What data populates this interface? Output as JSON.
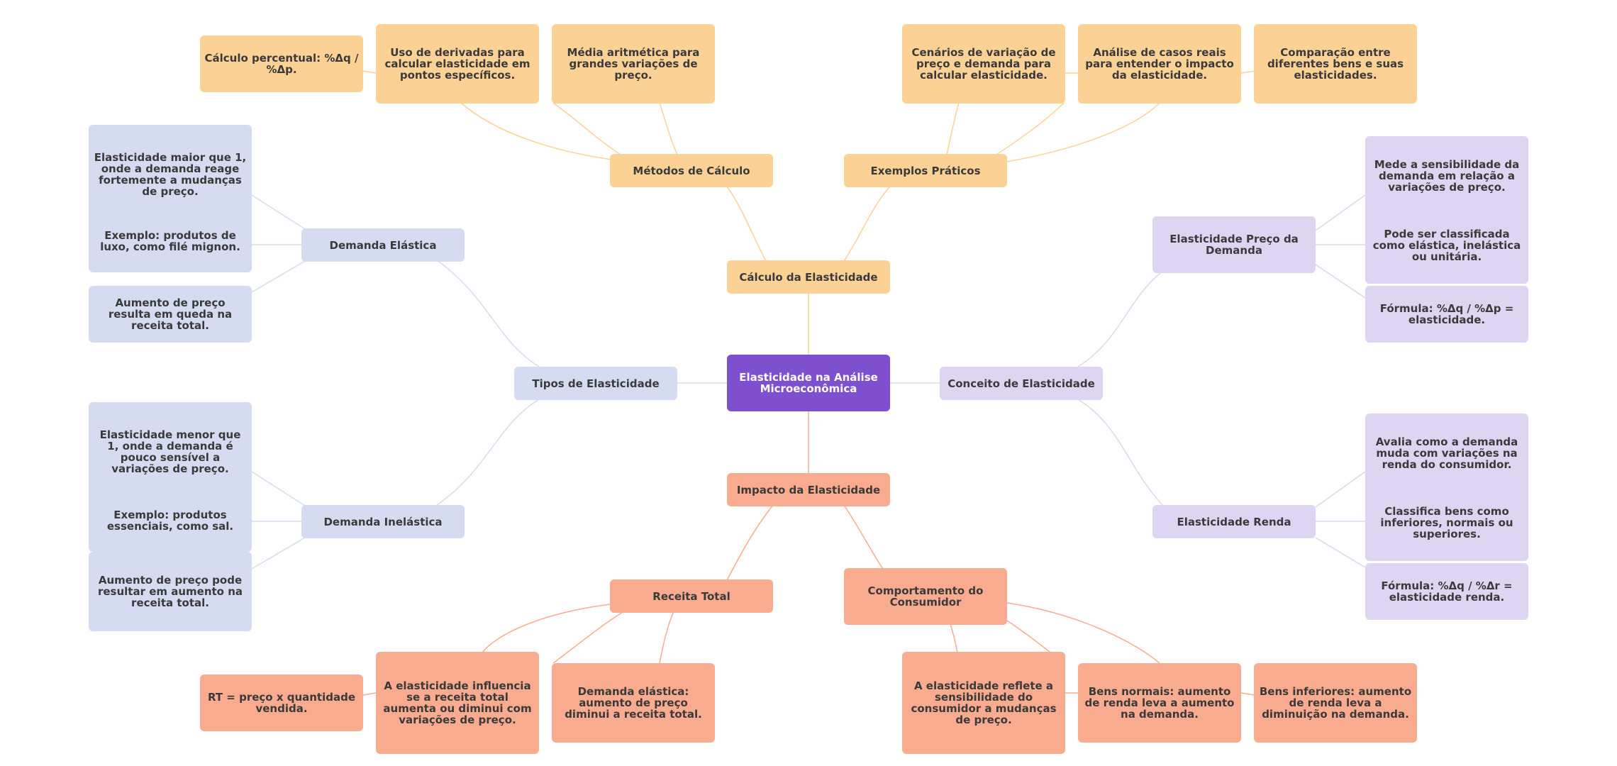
{
  "root": "Elasticidade na Análise Microeconômica",
  "conceito": {
    "title": "Conceito de Elasticidade",
    "preco": {
      "title": "Elasticidade Preço da Demanda",
      "leaves": [
        "Mede a sensibilidade da demanda em relação a variações de preço.",
        "Pode ser classificada como elástica, inelástica ou unitária.",
        "Fórmula: %Δq / %Δp = elasticidade."
      ]
    },
    "renda": {
      "title": "Elasticidade Renda",
      "leaves": [
        "Avalia como a demanda muda com variações na renda do consumidor.",
        "Classifica bens como inferiores, normais ou superiores.",
        "Fórmula: %Δq / %Δr = elasticidade renda."
      ]
    }
  },
  "tipos": {
    "title": "Tipos de Elasticidade",
    "elastica": {
      "title": "Demanda Elástica",
      "leaves": [
        "Elasticidade maior que 1, onde a demanda reage fortemente a mudanças de preço.",
        "Exemplo: produtos de luxo, como filé mignon.",
        "Aumento de preço resulta em queda na receita total."
      ]
    },
    "inelastica": {
      "title": "Demanda Inelástica",
      "leaves": [
        "Elasticidade menor que 1, onde a demanda é pouco sensível a variações de preço.",
        "Exemplo: produtos essenciais, como sal.",
        "Aumento de preço pode resultar em aumento na receita total."
      ]
    }
  },
  "calculo": {
    "title": "Cálculo da Elasticidade",
    "metodos": {
      "title": "Métodos de Cálculo",
      "leaves": [
        "Cálculo percentual: %Δq / %Δp.",
        "Uso de derivadas para calcular elasticidade em pontos específicos.",
        "Média aritmética para grandes variações de preço."
      ]
    },
    "exemplos": {
      "title": "Exemplos Práticos",
      "leaves": [
        "Cenários de variação de preço e demanda para calcular elasticidade.",
        "Análise de casos reais para entender o impacto da elasticidade.",
        "Comparação entre diferentes bens e suas elasticidades."
      ]
    }
  },
  "impacto": {
    "title": "Impacto da Elasticidade",
    "receita": {
      "title": "Receita Total",
      "leaves": [
        "RT = preço x quantidade vendida.",
        "A elasticidade influencia se a receita total aumenta ou diminui com variações de preço.",
        "Demanda elástica: aumento de preço diminui a receita total."
      ]
    },
    "comportamento": {
      "title": "Comportamento do Consumidor",
      "leaves": [
        "A elasticidade reflete a sensibilidade do consumidor a mudanças de preço.",
        "Bens normais: aumento de renda leva a aumento na demanda.",
        "Bens inferiores: aumento de renda leva a diminuição na demanda."
      ]
    }
  },
  "colors": {
    "root": "#7e4fcf",
    "lavender": "#ddd5f2",
    "blue": "#d5dcf2",
    "orange": "#fcd195",
    "salmon": "#f8ab8e"
  }
}
